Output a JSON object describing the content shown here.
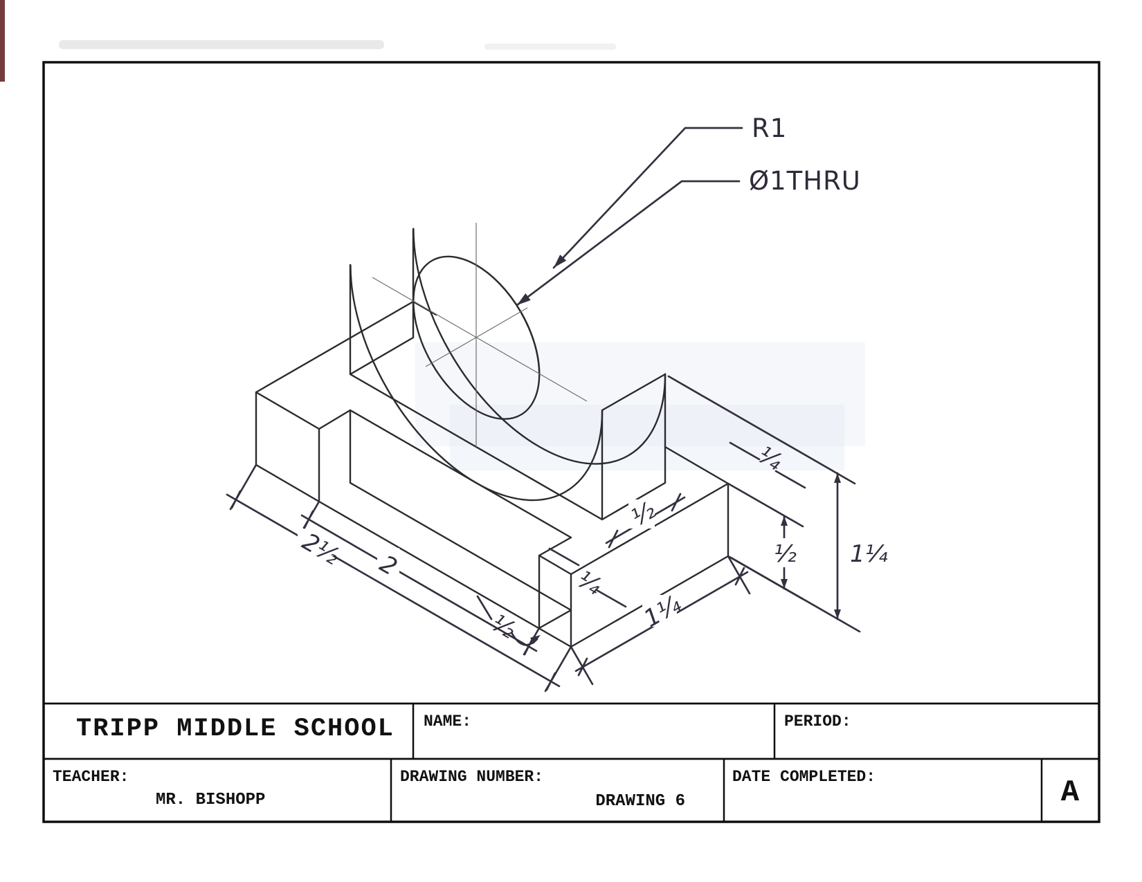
{
  "title_block": {
    "school": "TRIPP MIDDLE SCHOOL",
    "name_label": "NAME:",
    "period_label": "PERIOD:",
    "teacher_label": "TEACHER:",
    "teacher_value": "MR. BISHOPP",
    "drawing_number_label": "DRAWING NUMBER:",
    "drawing_number_value": "DRAWING 6",
    "date_completed_label": "DATE COMPLETED:",
    "sheet_revision": "A"
  },
  "annotations": {
    "radius_callout": "R1",
    "hole_callout": "Ø1THRU"
  },
  "dimensions": {
    "overall_length": "2½",
    "slot_length": "2",
    "slot_offset": "½",
    "front_step": "¼",
    "base_depth": "1¼",
    "upright_thickness": "½",
    "base_height": "½",
    "back_ledge": "¼",
    "overall_height": "1¼"
  }
}
